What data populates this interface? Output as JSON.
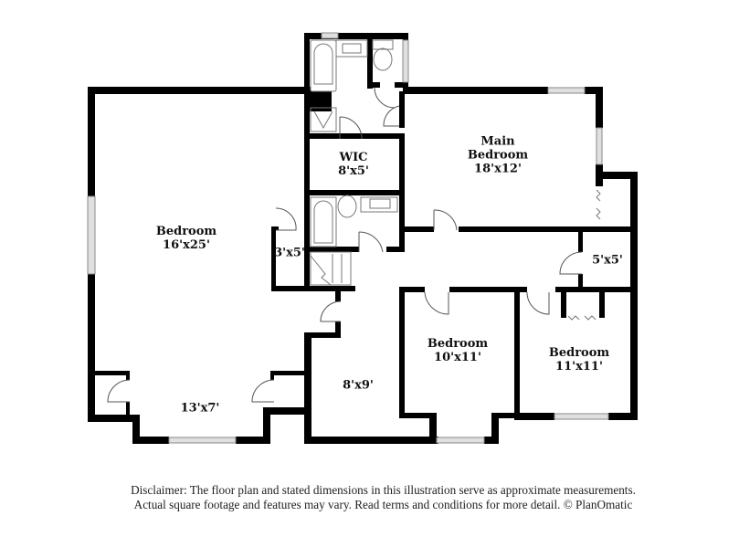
{
  "floorplan": {
    "wall_color": "#000000",
    "window_color": "#d8d8d8",
    "background": "#ffffff",
    "rooms": [
      {
        "id": "bedroom-large",
        "name": "Bedroom",
        "dims": "16'x25'"
      },
      {
        "id": "closet-3x5",
        "name": "",
        "dims": "3'x5'"
      },
      {
        "id": "wic",
        "name": "WIC",
        "dims": "8'x5'"
      },
      {
        "id": "main-bedroom",
        "name": "Main Bedroom",
        "name_line1": "Main",
        "name_line2": "Bedroom",
        "dims": "18'x12'"
      },
      {
        "id": "closet-5x5",
        "name": "",
        "dims": "5'x5'"
      },
      {
        "id": "bedroom-10x11",
        "name": "Bedroom",
        "dims": "10'x11'"
      },
      {
        "id": "bedroom-11x11",
        "name": "Bedroom",
        "dims": "11'x11'"
      },
      {
        "id": "room-8x9",
        "name": "",
        "dims": "8'x9'"
      },
      {
        "id": "room-13x7",
        "name": "",
        "dims": "13'x7'"
      }
    ]
  },
  "disclaimer": {
    "line1": "Disclaimer: The floor plan and stated dimensions in this illustration serve as approximate measurements.",
    "line2": "Actual square footage and features may vary. Read terms and conditions for more detail. © PlanOmatic"
  }
}
